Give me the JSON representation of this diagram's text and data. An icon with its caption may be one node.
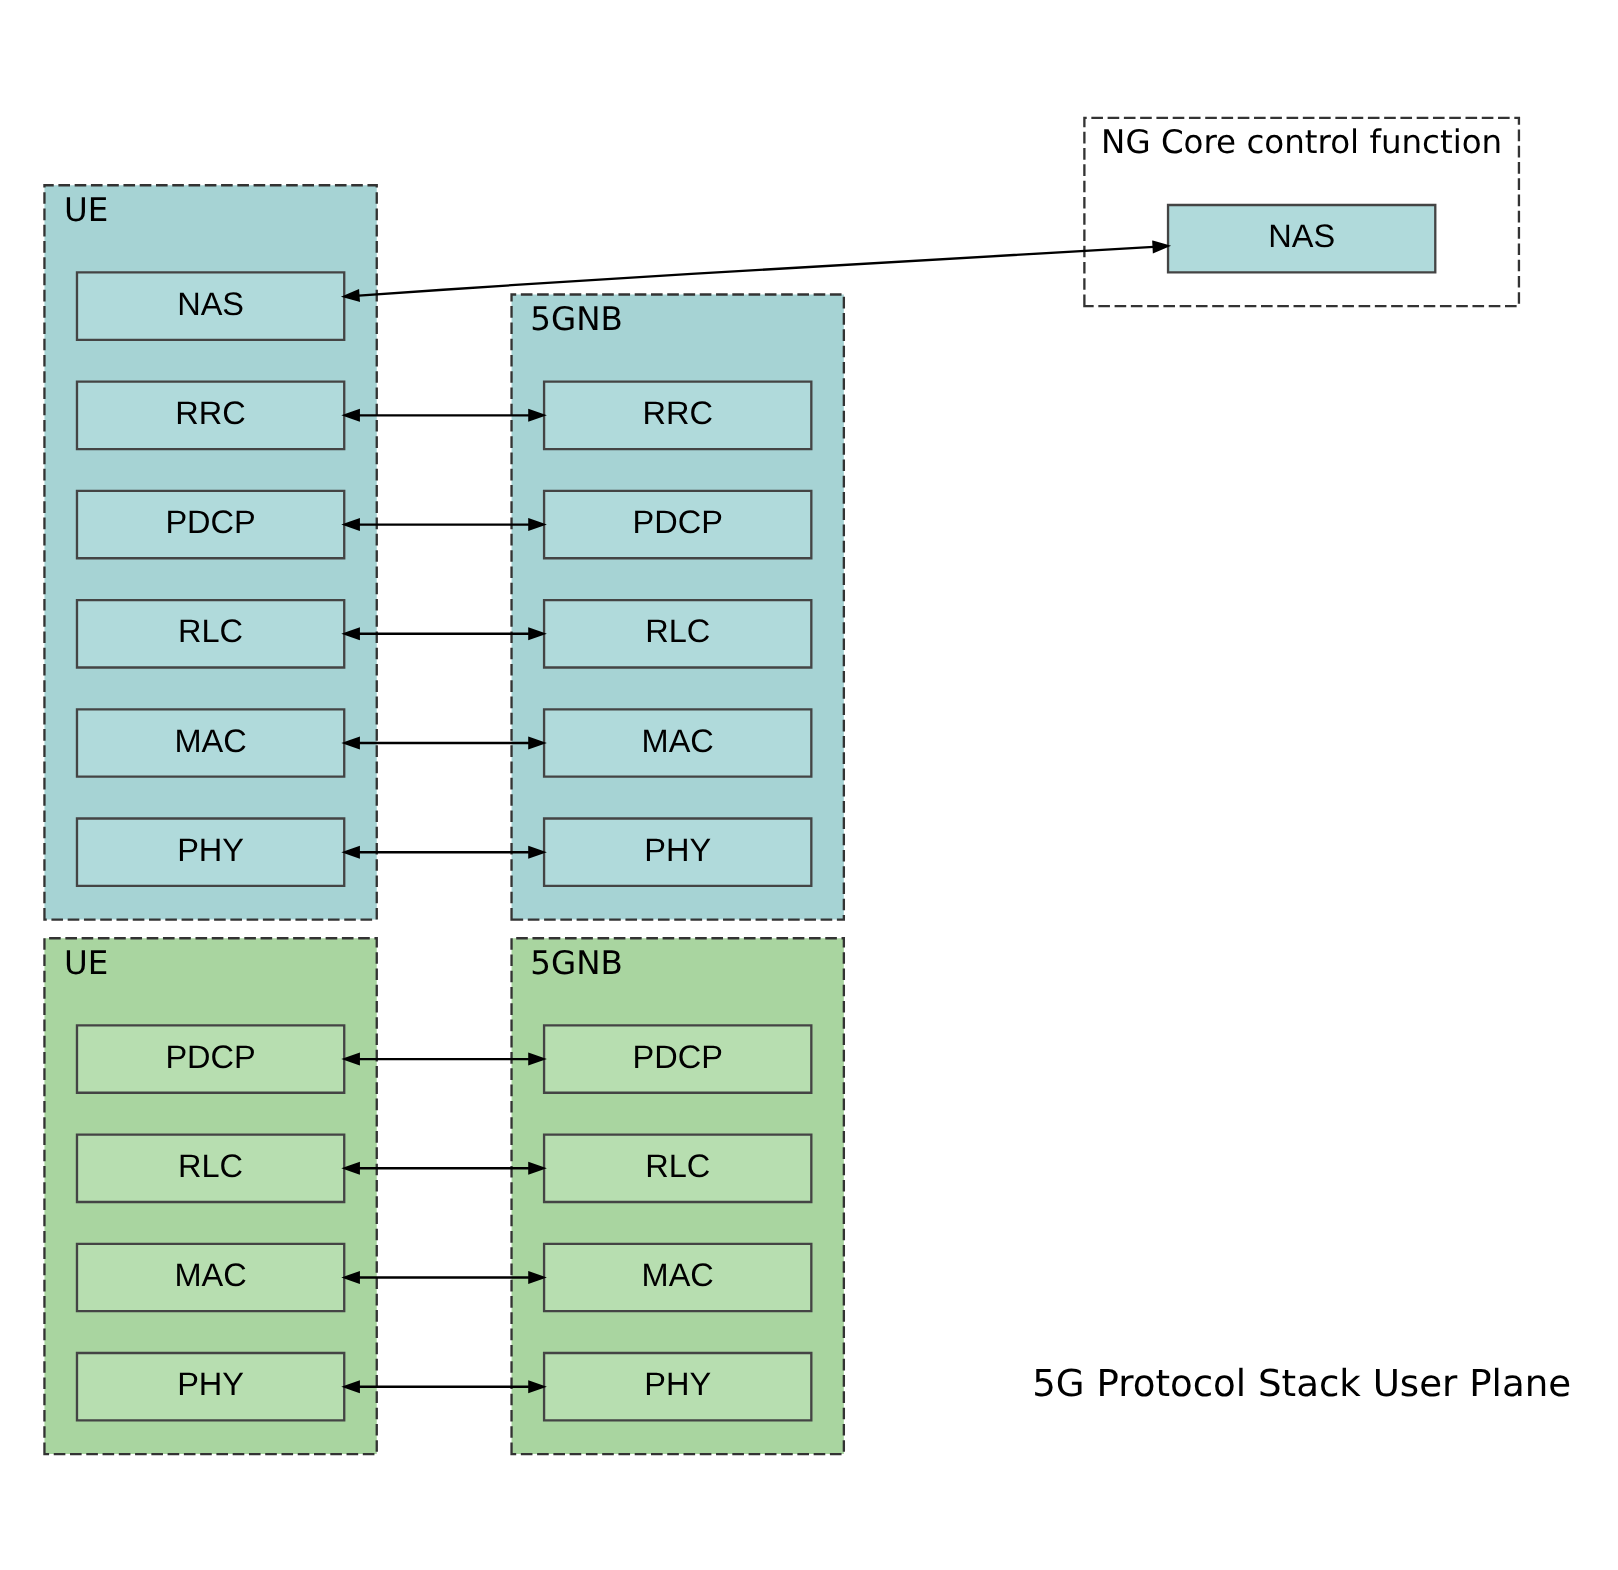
{
  "diagram": {
    "nodes": [
      {
        "text": [
          "UE"
        ]
      },
      {
        "text": [
          "PDCP"
        ],
        "in": 0
      },
      {
        "text": [
          "RLC"
        ],
        "in": 0
      },
      {
        "text": [
          "MAC"
        ],
        "in": 0
      },
      {
        "text": [
          "PHY"
        ],
        "in": 0
      },
      {
        "text": [
          "5GNB"
        ]
      },
      {
        "text": [
          "PDCP"
        ],
        "in": 5
      },
      {
        "text": [
          "RLC"
        ],
        "in": 5
      },
      {
        "text": [
          "MAC"
        ],
        "in": 5
      },
      {
        "text": [
          "PHY"
        ],
        "in": 5
      },
      {
        "text": [
          "UE"
        ]
      },
      {
        "text": [
          "NAS"
        ],
        "in": 10
      },
      {
        "text": [
          "RRC"
        ],
        "in": 10
      },
      {
        "text": [
          "PDCP"
        ],
        "in": 10
      },
      {
        "text": [
          "RLC"
        ],
        "in": 10
      },
      {
        "text": [
          "MAC"
        ],
        "in": 10
      },
      {
        "text": [
          "PHY"
        ],
        "in": 10
      },
      {
        "text": [
          "5GNB"
        ]
      },
      {
        "text": [
          "RRC"
        ],
        "in": 17
      },
      {
        "text": [
          "PDCP"
        ],
        "in": 17
      },
      {
        "text": [
          "RLC"
        ],
        "in": 17
      },
      {
        "text": [
          "MAC"
        ],
        "in": 17
      },
      {
        "text": [
          "PHY"
        ],
        "in": 17
      },
      {
        "text": [
          "NG Core control function"
        ]
      },
      {
        "text": [
          "NAS"
        ],
        "in": 23
      }
    ],
    "edges": [
      {
        "from": 1,
        "to": 6,
        "arrow": "both"
      },
      {
        "from": 2,
        "to": 7,
        "arrow": "both"
      },
      {
        "from": 3,
        "to": 8,
        "arrow": "both"
      },
      {
        "from": 4,
        "to": 9,
        "arrow": "both"
      },
      {
        "from": 11,
        "to": 24,
        "arrow": "both"
      },
      {
        "from": 12,
        "to": 18,
        "arrow": "both"
      },
      {
        "from": 13,
        "to": 19,
        "arrow": "both"
      },
      {
        "from": 14,
        "to": 20,
        "arrow": "both"
      },
      {
        "from": 15,
        "to": 21,
        "arrow": "both"
      },
      {
        "from": 16,
        "to": 22,
        "arrow": "both"
      }
    ],
    "labels": [
      "5G Protocol Stack User Plane"
    ]
  }
}
